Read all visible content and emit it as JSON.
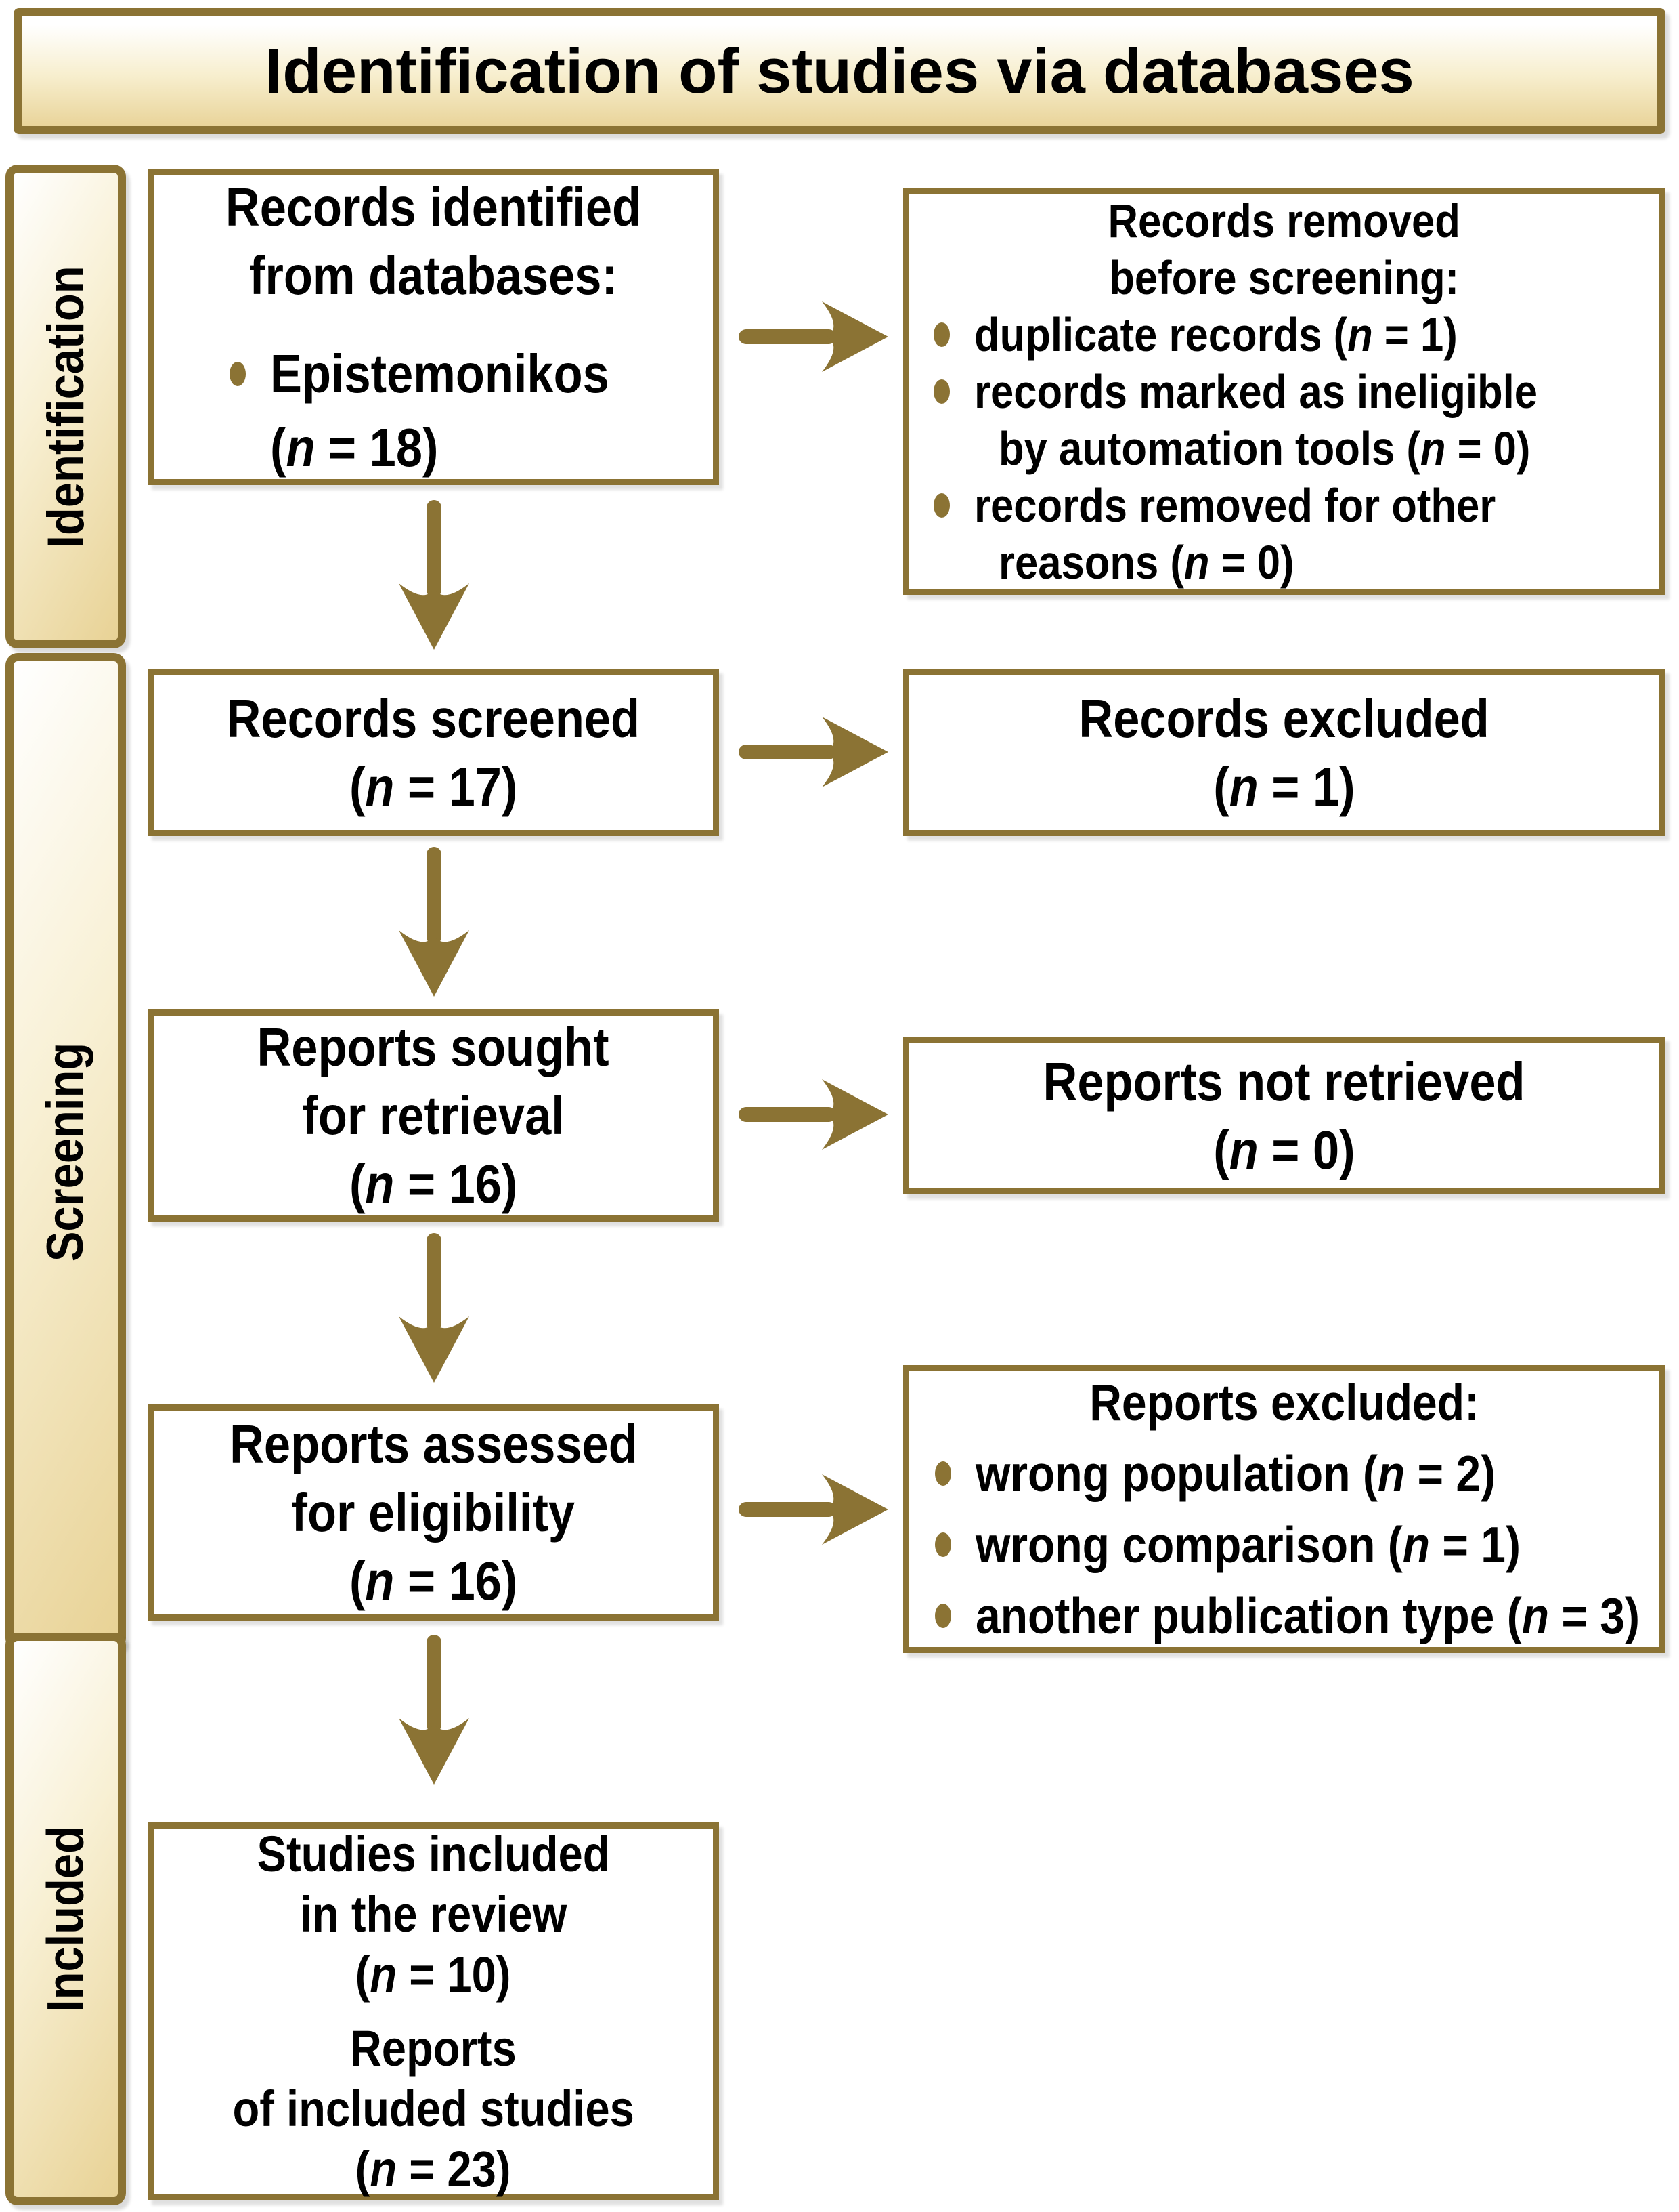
{
  "title": "Identification of studies via databases",
  "sidebar": {
    "identification": "Identification",
    "screening": "Screening",
    "included": "Included"
  },
  "boxes": {
    "records_identified": {
      "line1": "Records identified",
      "line2": "from databases:",
      "bullet": "Epistemonikos",
      "count": {
        "pre": "(",
        "n": "n",
        "post": " = 18)"
      }
    },
    "records_removed": {
      "line1": "Records removed",
      "line2": "before screening:",
      "b1": {
        "label": "duplicate records ",
        "count": {
          "pre": "(",
          "n": "n",
          "post": " = 1)"
        }
      },
      "b2_line1": "records marked as ineligible",
      "b2_line2": {
        "label": "by automation tools ",
        "count": {
          "pre": "(",
          "n": "n",
          "post": " = 0)"
        }
      },
      "b3_line1": "records removed for other",
      "b3_line2": {
        "label": "reasons ",
        "count": {
          "pre": "(",
          "n": "n",
          "post": " = 0)"
        }
      }
    },
    "records_screened": {
      "line1": "Records screened",
      "count": {
        "pre": "(",
        "n": "n",
        "post": " = 17)"
      }
    },
    "records_excluded": {
      "line1": "Records excluded",
      "count": {
        "pre": "(",
        "n": "n",
        "post": " = 1)"
      }
    },
    "reports_sought": {
      "line1": "Reports sought",
      "line2": "for retrieval",
      "count": {
        "pre": "(",
        "n": "n",
        "post": " = 16)"
      }
    },
    "reports_not_retrieved": {
      "line1": "Reports not retrieved",
      "count": {
        "pre": "(",
        "n": "n",
        "post": " = 0)"
      }
    },
    "reports_assessed": {
      "line1": "Reports assessed",
      "line2": "for eligibility",
      "count": {
        "pre": "(",
        "n": "n",
        "post": " = 16)"
      }
    },
    "reports_excluded": {
      "line1": "Reports excluded:",
      "b1": {
        "label": "wrong population ",
        "count": {
          "pre": "(",
          "n": "n",
          "post": " = 2)"
        }
      },
      "b2": {
        "label": "wrong comparison ",
        "count": {
          "pre": "(",
          "n": "n",
          "post": " = 1)"
        }
      },
      "b3": {
        "label": "another publication type ",
        "count": {
          "pre": "(",
          "n": "n",
          "post": " = 3)"
        }
      }
    },
    "studies_included": {
      "line1": "Studies included",
      "line2": "in the review",
      "count1": {
        "pre": "(",
        "n": "n",
        "post": " = 10)"
      },
      "line3": "Reports",
      "line4": "of included studies",
      "count2": {
        "pre": "(",
        "n": "n",
        "post": " = 23)"
      }
    }
  },
  "colors": {
    "gold_accent": "#8B7334",
    "panel_tan": "#E8D295",
    "panel_cream": "#F8F0D4",
    "box_background": "#FFFFFF",
    "text": "#000000"
  }
}
